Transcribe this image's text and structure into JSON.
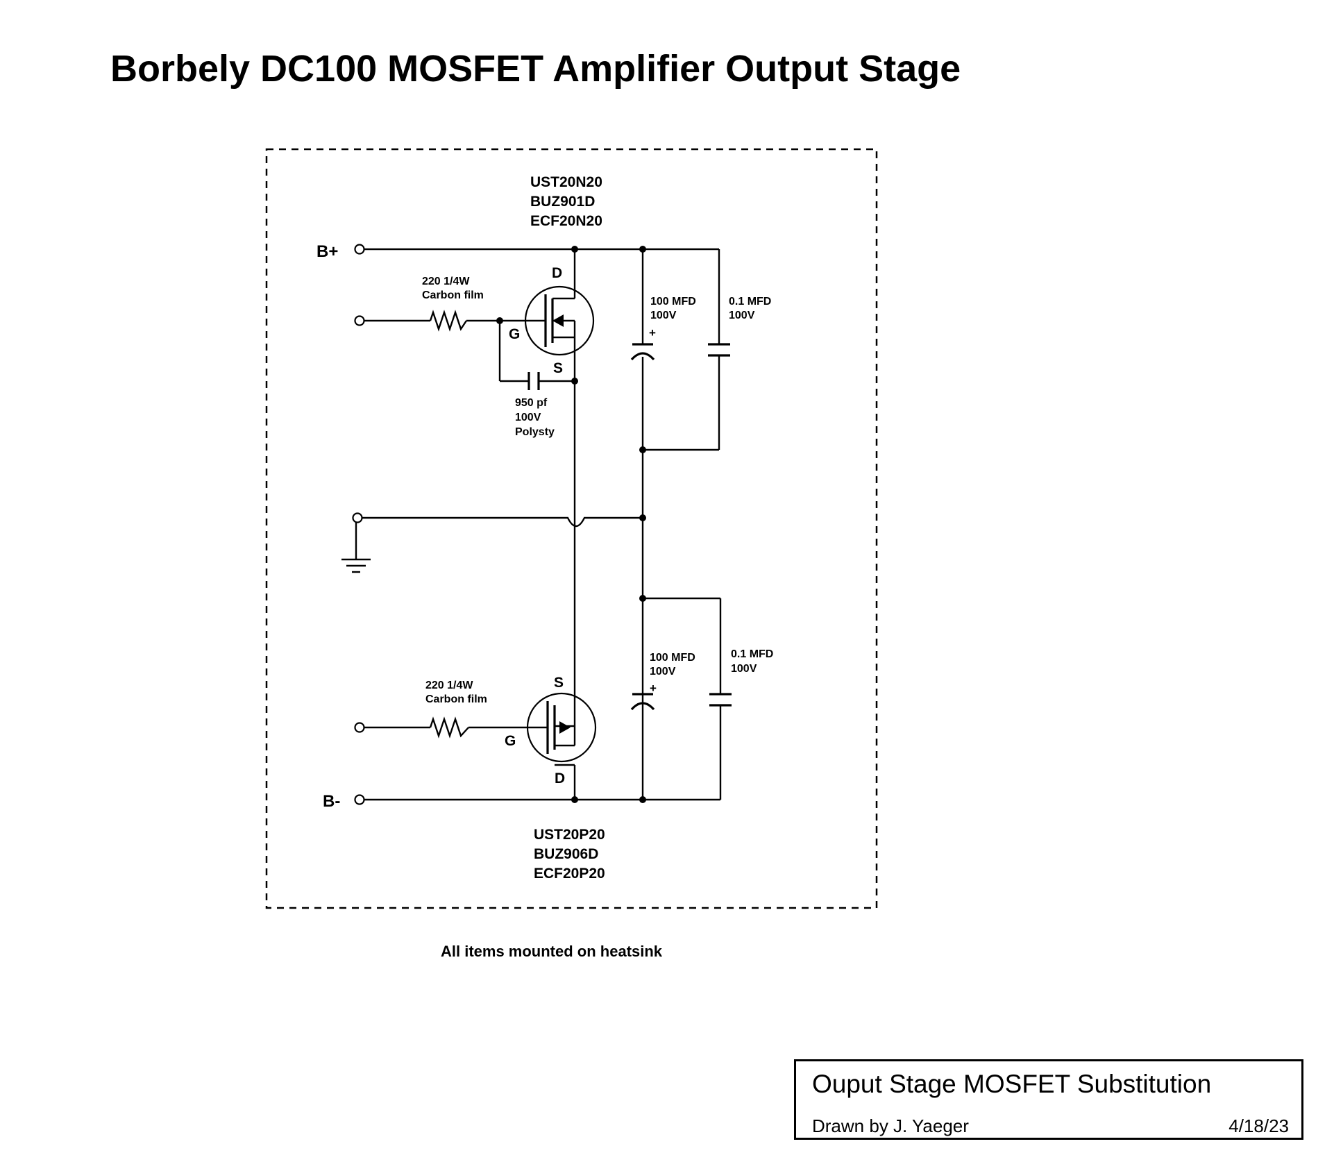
{
  "title": "Borbely DC100 MOSFET Amplifier Output Stage",
  "terminals": {
    "b_plus": "B+",
    "b_minus": "B-"
  },
  "top_mosfet": {
    "parts": [
      "UST20N20",
      "BUZ901D",
      "ECF20N20"
    ],
    "pins": {
      "drain": "D",
      "gate": "G",
      "source": "S"
    }
  },
  "bottom_mosfet": {
    "parts": [
      "UST20P20",
      "BUZ906D",
      "ECF20P20"
    ],
    "pins": {
      "drain": "D",
      "gate": "G",
      "source": "S"
    }
  },
  "gate_resistor_top": {
    "line1": "220 1/4W",
    "line2": "Carbon film"
  },
  "gate_resistor_bottom": {
    "line1": "220 1/4W",
    "line2": "Carbon film"
  },
  "gate_source_cap": {
    "line1": "950 pf",
    "line2": "100V",
    "line3": "Polysty"
  },
  "bypass_caps": {
    "electrolytic_top": {
      "line1": "100 MFD",
      "line2": "100V",
      "polarity": "+"
    },
    "film_top": {
      "line1": "0.1 MFD",
      "line2": "100V"
    },
    "electrolytic_bottom": {
      "line1": "100 MFD",
      "line2": "100V",
      "polarity": "+"
    },
    "film_bottom": {
      "line1": "0.1 MFD",
      "line2": "100V"
    }
  },
  "note": "All items mounted on heatsink",
  "title_block": {
    "name": "Ouput Stage MOSFET Substitution",
    "drawn_by": "Drawn by J. Yaeger",
    "date": "4/18/23"
  }
}
